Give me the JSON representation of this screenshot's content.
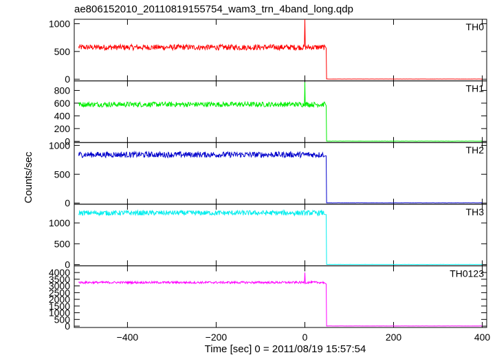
{
  "title": "ae806152010_20110819155754_wam3_trn_4band_long.qdp",
  "ylabel": "Counts/sec",
  "xlabel": "Time [sec] 0 = 2011/08/19 15:57:54",
  "chart_data": {
    "type": "line",
    "title": "ae806152010_20110819155754_wam3_trn_4band_long.qdp",
    "xlabel": "Time [sec] 0 = 2011/08/19 15:57:54",
    "ylabel": "Counts/sec",
    "xlim": [
      -520,
      410
    ],
    "xticks": [
      -400,
      -200,
      0,
      200,
      400
    ],
    "grid": false,
    "panels": [
      {
        "name": "TH0",
        "color": "#ff0000",
        "ylim": [
          -30,
          1080
        ],
        "yticks": [
          0,
          500,
          1000
        ],
        "segments": [
          {
            "x": [
              -510,
              44
            ],
            "level": 575,
            "noise": 50
          },
          {
            "x": [
              48,
              400
            ],
            "level": 3,
            "noise": 1
          }
        ],
        "spike": {
          "x": 0,
          "y": 1080
        },
        "drop": {
          "x": 48,
          "from": 560,
          "to": 3
        }
      },
      {
        "name": "TH1",
        "color": "#00ee00",
        "ylim": [
          -20,
          950
        ],
        "yticks": [
          0,
          200,
          400,
          600,
          800
        ],
        "segments": [
          {
            "x": [
              -510,
              44
            ],
            "level": 580,
            "noise": 40
          },
          {
            "x": [
              48,
              400
            ],
            "level": 3,
            "noise": 1
          }
        ],
        "spike": {
          "x": 0,
          "y": 930
        },
        "drop": {
          "x": 48,
          "from": 560,
          "to": 3
        }
      },
      {
        "name": "TH2",
        "color": "#0000cc",
        "ylim": [
          -20,
          1050
        ],
        "yticks": [
          0,
          500,
          1000
        ],
        "segments": [
          {
            "x": [
              -510,
              44
            ],
            "level": 840,
            "noise": 50
          },
          {
            "x": [
              48,
              400
            ],
            "level": 3,
            "noise": 1
          }
        ],
        "spike": null,
        "drop": {
          "x": 48,
          "from": 820,
          "to": 3
        }
      },
      {
        "name": "TH3",
        "color": "#00eeee",
        "ylim": [
          -30,
          1450
        ],
        "yticks": [
          0,
          500,
          1000
        ],
        "segments": [
          {
            "x": [
              -510,
              44
            ],
            "level": 1240,
            "noise": 60
          },
          {
            "x": [
              48,
              400
            ],
            "level": 3,
            "noise": 1
          }
        ],
        "spike": null,
        "drop": {
          "x": 48,
          "from": 1200,
          "to": 3
        }
      },
      {
        "name": "TH0123",
        "color": "#ff00ff",
        "ylim": [
          -100,
          4500
        ],
        "yticks": [
          0,
          500,
          1000,
          1500,
          2000,
          2500,
          3000,
          3500,
          4000
        ],
        "segments": [
          {
            "x": [
              -510,
              44
            ],
            "level": 3260,
            "noise": 80
          },
          {
            "x": [
              48,
              400
            ],
            "level": 10,
            "noise": 4
          }
        ],
        "spike": {
          "x": 0,
          "y": 4000
        },
        "drop": {
          "x": 48,
          "from": 3150,
          "to": 10
        }
      }
    ]
  }
}
